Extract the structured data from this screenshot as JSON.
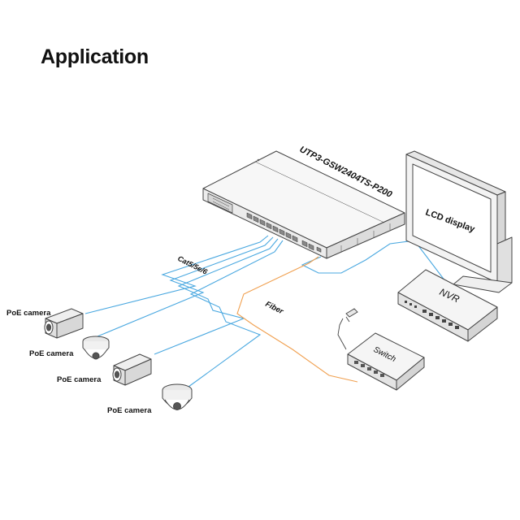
{
  "title": "Application",
  "switch_model": "UTP3-GSW2404TS-P200",
  "lcd_label": "LCD display",
  "nvr_label": "NVR",
  "switch_label": "Switch",
  "cable_copper_label": "Cat5/5e/6",
  "cable_fiber_label": "Fiber",
  "cameras": [
    {
      "label": "PoE camera"
    },
    {
      "label": "PoE camera"
    },
    {
      "label": "PoE camera"
    },
    {
      "label": "PoE camera"
    }
  ],
  "colors": {
    "copper": "#4aa8e0",
    "fiber": "#f0a050",
    "line": "#444444",
    "text": "#111111"
  }
}
